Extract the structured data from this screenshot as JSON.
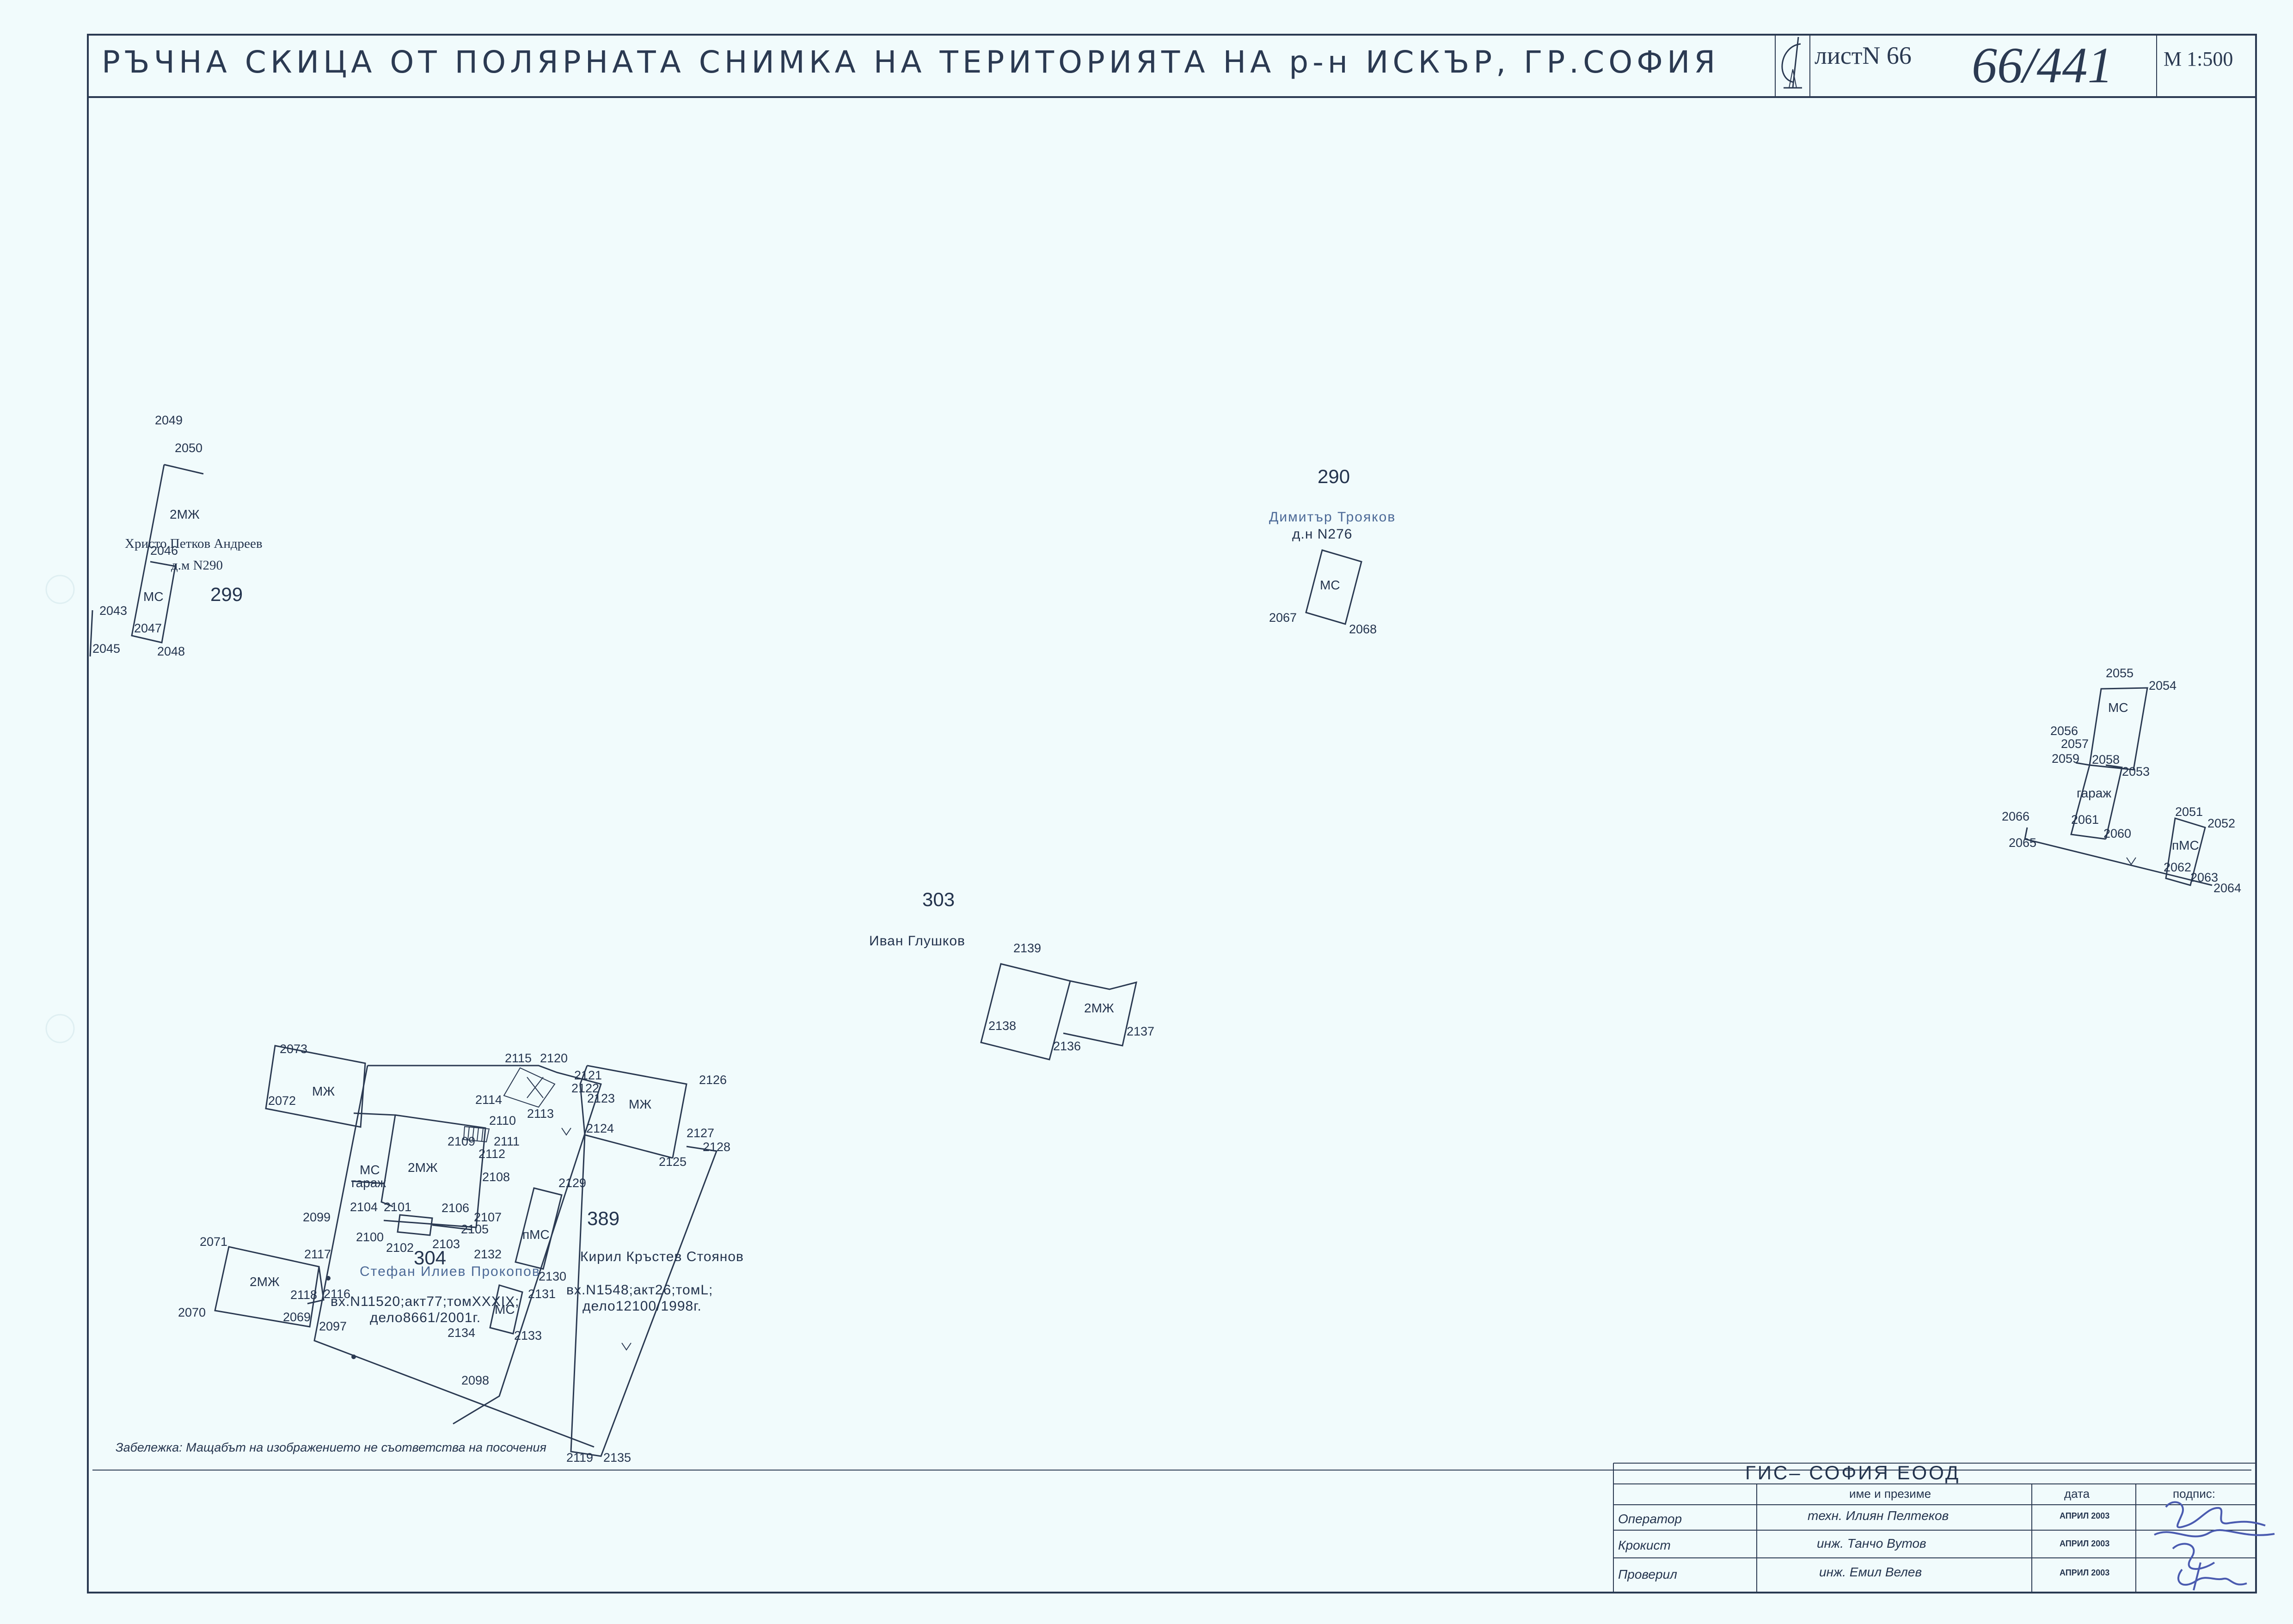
{
  "header": {
    "title": "РЪЧНА СКИЦА ОТ ПОЛЯРНАТА СНИМКА НА ТЕРИТОРИЯТА НА р-н ИСКЪР, ГР.СОФИЯ",
    "sheet_label": "листN 66",
    "sheet_handwritten": "66/441",
    "scale": "M 1:500"
  },
  "parcels": [
    {
      "id": "299",
      "owner": "Христо Петков Андреев",
      "deed": "д.м N290"
    },
    {
      "id": "290",
      "owner": "Димитър Трояков",
      "deed": "д.н N276"
    },
    {
      "id": "303",
      "owner": "Иван Глушков"
    },
    {
      "id": "304",
      "owner": "Стефан Илиев Прокопов",
      "deed": "вх.N11520;акт77;томXXXIX;",
      "case": "дело8661/2001г."
    },
    {
      "id": "389",
      "owner": "Кирил Кръстев Стоянов",
      "deed": "вх.N1548;акт26;томL;",
      "case": "дело12100/1998г."
    }
  ],
  "buildings": {
    "b2mzh": "2МЖ",
    "ms": "МС",
    "garazh": "гараж",
    "pms": "пМС",
    "mzh": "МЖ",
    "ms_garazh_top": "МС",
    "ms_garazh_bottom": "гараж"
  },
  "points": {
    "p2049": "2049",
    "p2050": "2050",
    "p2046": "2046",
    "p2043": "2043",
    "p2045": "2045",
    "p2047": "2047",
    "p2048": "2048",
    "p2067": "2067",
    "p2068": "2068",
    "p2055": "2055",
    "p2054": "2054",
    "p2056": "2056",
    "p2057": "2057",
    "p2059": "2059",
    "p2058": "2058",
    "p2053": "2053",
    "p2066": "2066",
    "p2065": "2065",
    "p2061": "2061",
    "p2060": "2060",
    "p2051": "2051",
    "p2052": "2052",
    "p2062": "2062",
    "p2063": "2063",
    "p2064": "2064",
    "p2139": "2139",
    "p2138": "2138",
    "p2136": "2136",
    "p2137": "2137",
    "p2073": "2073",
    "p2072": "2072",
    "p2115": "2115",
    "p2120": "2120",
    "p2121": "2121",
    "p2122": "2122",
    "p2123": "2123",
    "p2126": "2126",
    "p2114": "2114",
    "p2113": "2113",
    "p2110": "2110",
    "p2109": "2109",
    "p2111": "2111",
    "p2112": "2112",
    "p2124": "2124",
    "p2127": "2127",
    "p2128": "2128",
    "p2125": "2125",
    "p2108": "2108",
    "p2129": "2129",
    "p2104": "2104",
    "p2101": "2101",
    "p2106": "2106",
    "p2107": "2107",
    "p2099": "2099",
    "p2100": "2100",
    "p2105": "2105",
    "p2102": "2102",
    "p2103": "2103",
    "p2132": "2132",
    "p2071": "2071",
    "p2117": "2117",
    "p2130": "2130",
    "p2118": "2118",
    "p2116": "2116",
    "p2131": "2131",
    "p2070": "2070",
    "p2069": "2069",
    "p2097": "2097",
    "p2134": "2134",
    "p2133": "2133",
    "p2098": "2098",
    "p2119": "2119",
    "p2135": "2135"
  },
  "note": "Забележка: Мащабът на изображението не съответства на посочения",
  "title_block": {
    "company": "ГИС– СОФИЯ ЕООД",
    "col_name": "име и презиме",
    "col_date": "дата",
    "col_sign": "подпис:",
    "rows": [
      {
        "role": "Оператор",
        "name": "техн. Илиян Пелтеков",
        "date": "АПРИЛ 2003"
      },
      {
        "role": "Крокист",
        "name": "инж. Танчо Вутов",
        "date": "АПРИЛ 2003"
      },
      {
        "role": "Проверил",
        "name": "инж. Емил Велев",
        "date": "АПРИЛ 2003"
      }
    ]
  },
  "colors": {
    "paper": "#f1fbfc",
    "ink": "#2b3a52",
    "owner_ink": "#4d6a97",
    "signature": "#4a5bb0"
  }
}
